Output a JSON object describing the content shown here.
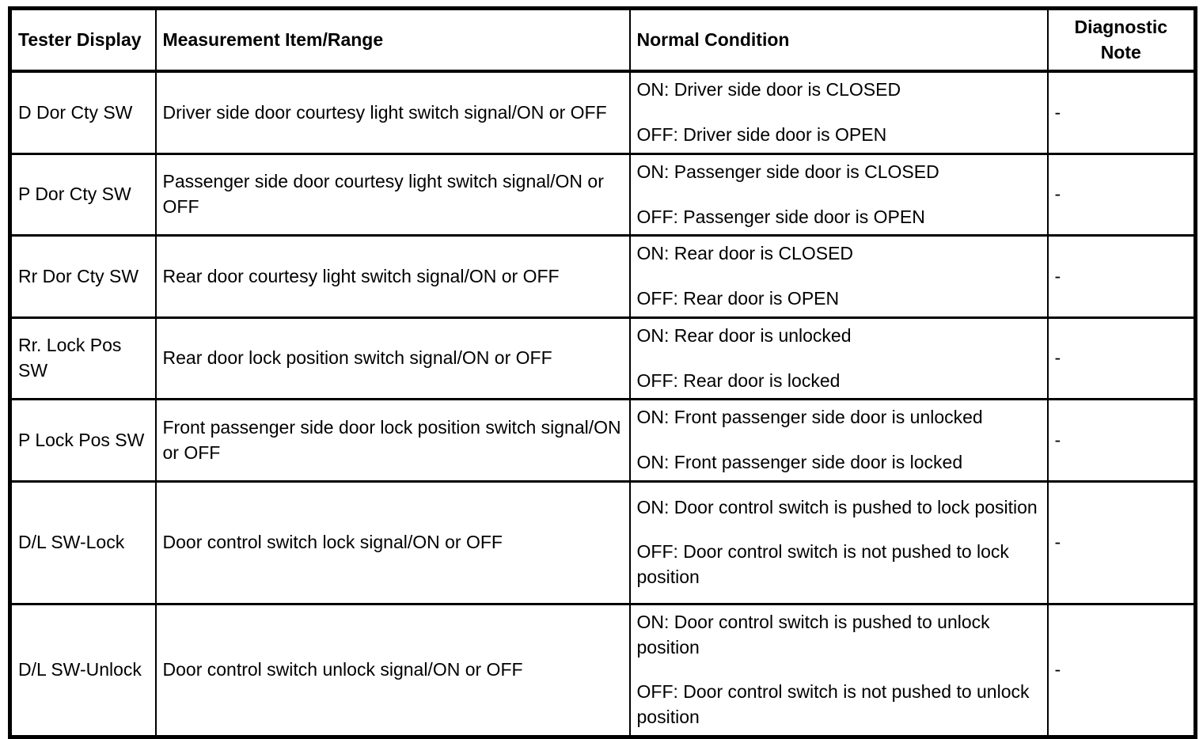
{
  "table": {
    "headers": [
      {
        "label": "Tester Display"
      },
      {
        "label": "Measurement Item/Range"
      },
      {
        "label": "Normal Condition"
      },
      {
        "label": "Diagnostic Note"
      }
    ],
    "rows": [
      {
        "tester_display": "D Dor Cty SW",
        "measurement": "Driver side door courtesy light switch signal/ON or OFF",
        "condition_on": "ON: Driver side door is CLOSED",
        "condition_off": "OFF: Driver side door is OPEN",
        "note": "-"
      },
      {
        "tester_display": "P Dor Cty SW",
        "measurement": "Passenger side door courtesy light switch signal/ON or OFF",
        "condition_on": "ON: Passenger side door is CLOSED",
        "condition_off": "OFF: Passenger side door is OPEN",
        "note": "-"
      },
      {
        "tester_display": "Rr Dor Cty SW",
        "measurement": "Rear door courtesy light switch signal/ON or OFF",
        "condition_on": "ON: Rear door is CLOSED",
        "condition_off": "OFF: Rear door is OPEN",
        "note": "-"
      },
      {
        "tester_display": "Rr. Lock Pos SW",
        "measurement": "Rear door lock position switch signal/ON or OFF",
        "condition_on": "ON: Rear door is unlocked",
        "condition_off": "OFF: Rear door is locked",
        "note": "-"
      },
      {
        "tester_display": "P Lock Pos SW",
        "measurement": "Front passenger side door lock position switch signal/ON or OFF",
        "condition_on": "ON: Front passenger side door is unlocked",
        "condition_off": "ON: Front passenger side door is locked",
        "note": "-"
      },
      {
        "tester_display": "D/L SW-Lock",
        "measurement": "Door control switch lock signal/ON or OFF",
        "condition_on": "ON: Door control switch is pushed to lock position",
        "condition_off": "OFF: Door control switch is not pushed to lock position",
        "note": "-"
      },
      {
        "tester_display": "D/L SW-Unlock",
        "measurement": "Door control switch unlock signal/ON or OFF",
        "condition_on": "ON: Door control switch is pushed to unlock position",
        "condition_off": "OFF: Door control switch is not pushed to unlock position",
        "note": "-"
      }
    ],
    "colors": {
      "border": "#000000",
      "text": "#000000",
      "background": "#ffffff"
    }
  }
}
